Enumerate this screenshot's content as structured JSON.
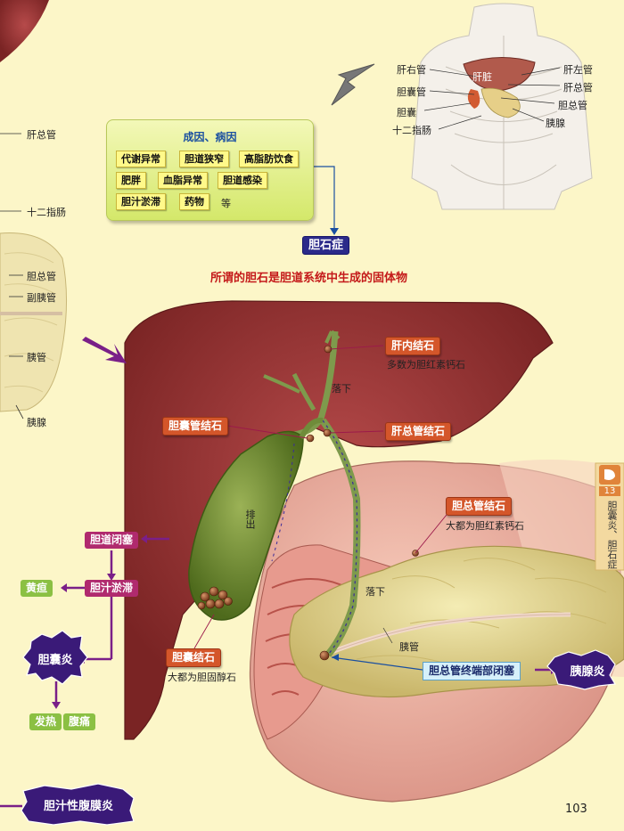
{
  "left_labels": [
    "肝总管",
    "十二指肠",
    "胆总管",
    "副胰管",
    "胰管",
    "胰腺"
  ],
  "torso_labels": {
    "liver": "肝脏",
    "right_hepatic": "肝右管",
    "cystic": "胆囊管",
    "gallbladder": "胆囊",
    "duodenum": "十二指肠",
    "left_hepatic": "肝左管",
    "common_hepatic": "肝总管",
    "common_bile": "胆总管",
    "pancreas": "胰腺"
  },
  "causes": {
    "title": "成因、病因",
    "chips": [
      "代谢异常",
      "胆道狭窄",
      "高脂肪饮食",
      "肥胖",
      "血脂异常",
      "胆道感染",
      "胆汁淤滞",
      "药物"
    ],
    "etc": "等"
  },
  "result": "胆石症",
  "definition": "所谓的胆石是胆道系统中生成的固体物",
  "stones": {
    "intrahepatic": "肝内结石",
    "intrahepatic_note": "多数为胆红素钙石",
    "cystic_duct": "胆囊管结石",
    "common_hepatic": "肝总管结石",
    "common_bile": "胆总管结石",
    "common_bile_note": "大都为胆红素钙石",
    "gallbladder": "胆囊结石",
    "gallbladder_note": "大都为胆固醇石"
  },
  "diagram_labels": {
    "fall1": "落下",
    "discharge": "排出",
    "fall2": "落下",
    "pancreatic_duct": "胰管"
  },
  "obstruction": "胆总管终端部闭塞",
  "pancreatitis": "胰腺炎",
  "flow": {
    "biliary_obstruction": "胆道闭塞",
    "bile_stasis": "胆汁淤滞",
    "jaundice": "黄疸",
    "cholecystitis": "胆囊炎",
    "fever": "发热",
    "abdominal_pain": "腹痛",
    "peritonitis": "胆汁性腹膜炎"
  },
  "side_tab": {
    "number": "13",
    "text": "胆囊炎、胆石症"
  },
  "page_number": "103"
}
